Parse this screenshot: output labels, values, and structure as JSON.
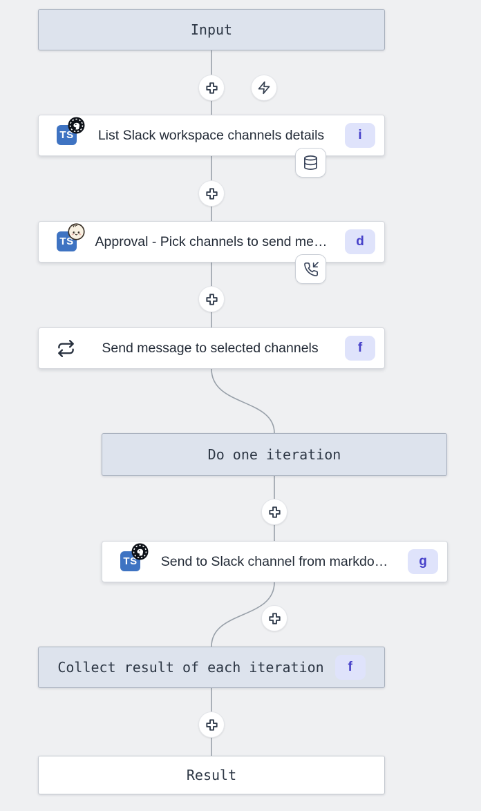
{
  "flow": {
    "input": {
      "label": "Input"
    },
    "steps": {
      "list_channels": {
        "title": "List Slack workspace channels details",
        "badge": "i",
        "runtime": "deno",
        "indicator": "database-icon"
      },
      "approval": {
        "title": "Approval - Pick channels to send me…",
        "badge": "d",
        "runtime": "bun",
        "indicator": "phone-incoming-icon"
      },
      "loop": {
        "title": "Send message to selected channels",
        "badge": "f",
        "icon": "repeat-icon"
      },
      "do_iteration": {
        "label": "Do one iteration"
      },
      "send_markdown": {
        "title": "Send to Slack channel from markdo…",
        "badge": "g",
        "runtime": "deno"
      },
      "collect": {
        "label": "Collect result of each iteration",
        "badge": "f"
      }
    },
    "result": {
      "label": "Result"
    }
  },
  "icons": {
    "insert": "plus-icon",
    "trigger": "zap-icon",
    "cache": "database-icon",
    "approval_suspend": "phone-incoming-icon",
    "loop": "repeat-icon",
    "language": "typescript-ts-icon",
    "runtime_deno": "deno-icon",
    "runtime_bun": "bun-icon"
  },
  "ts_logo": "TS",
  "colors": {
    "canvas_bg": "#eff0f2",
    "virtual_node_bg": "#dde3ed",
    "virtual_node_border": "#a8b0bd",
    "node_bg": "#ffffff",
    "node_border": "#d5d8dd",
    "edge": "#98a0a9",
    "badge_bg": "#dfe3fb",
    "badge_text": "#4640c9",
    "title_text": "#222a36",
    "mono_text": "#2c3644",
    "ts_blue": "#3e73c2"
  }
}
